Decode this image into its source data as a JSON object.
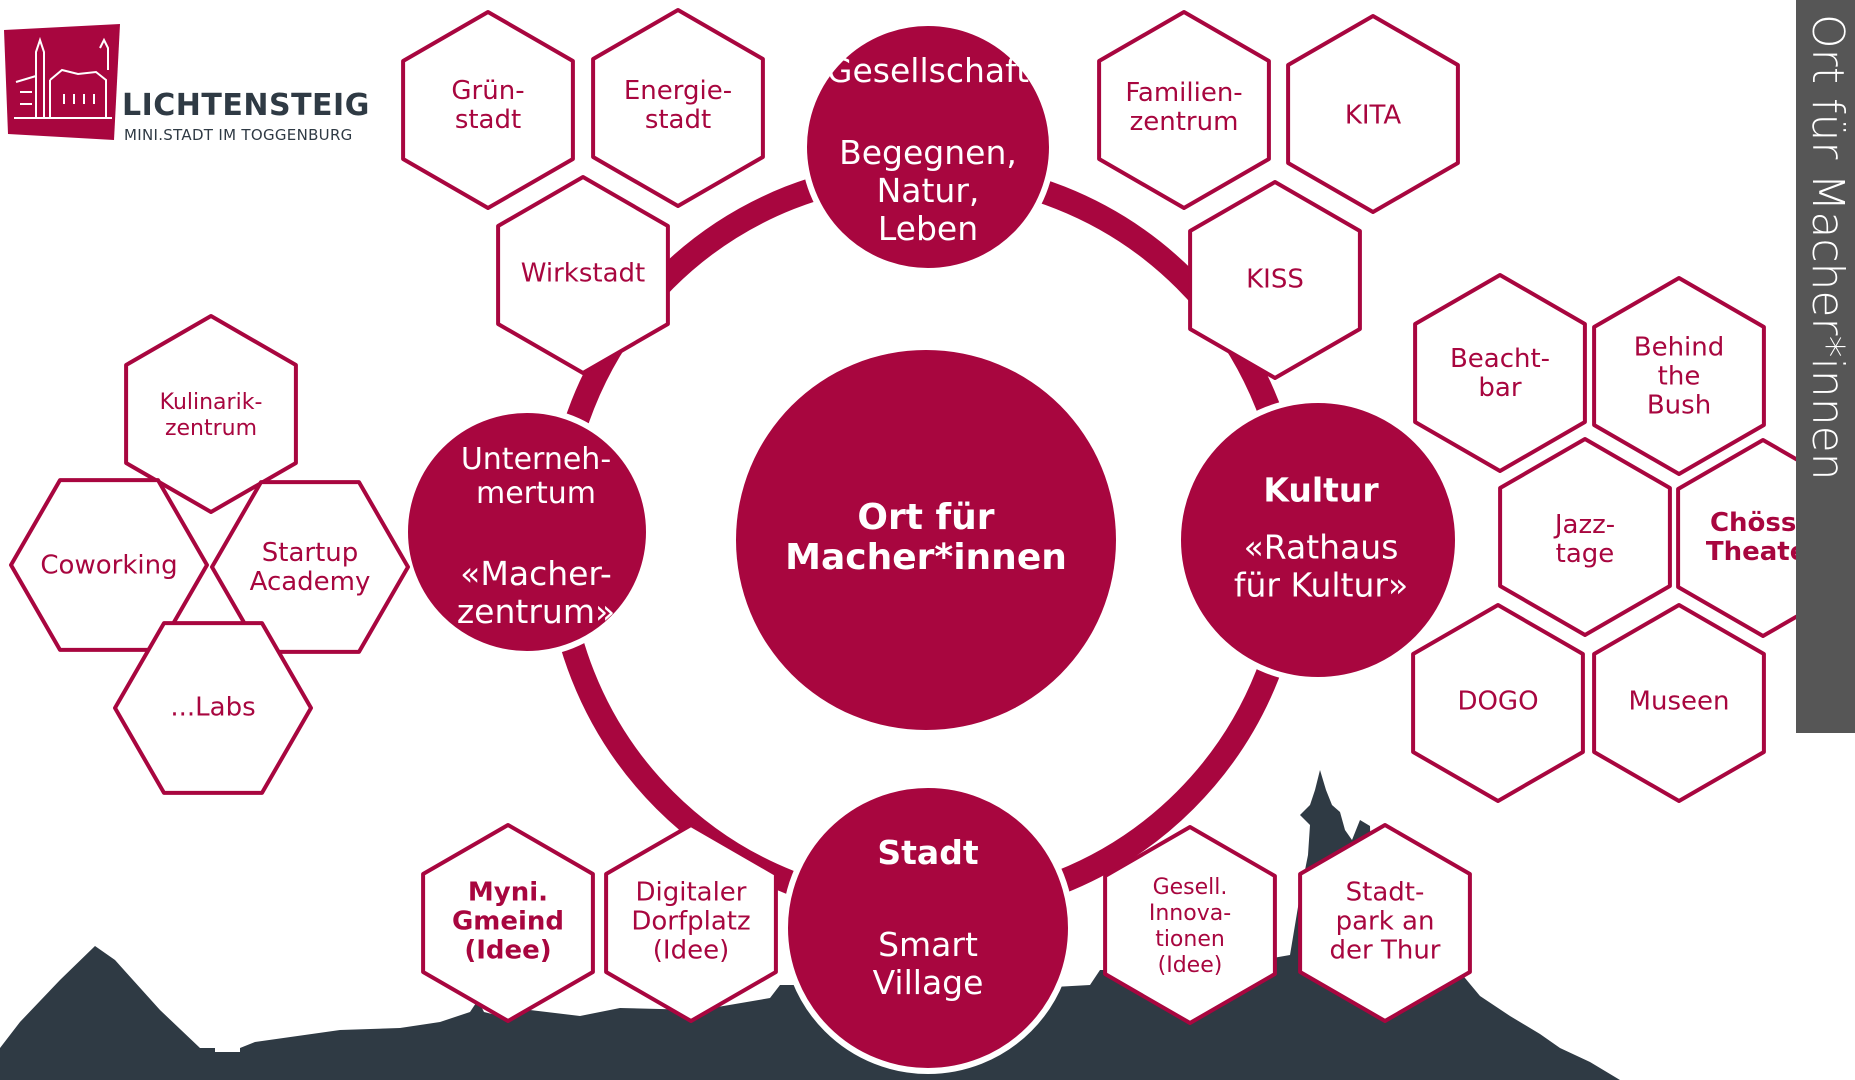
{
  "colors": {
    "accent": "#a8063f",
    "skyline": "#2f3a44",
    "sidebar": "#565656",
    "background": "#ffffff"
  },
  "logo": {
    "title": "LICHTENSTEIG",
    "subtitle": "MINI.STADT IM TOGGENBURG"
  },
  "sidebar": {
    "text": "Ort für Macher*innen"
  },
  "center": {
    "title": "Ort für\nMacher*innen"
  },
  "pillars": {
    "gesellschaft": {
      "title": "Gesellschaft",
      "subtitle": "Begegnen,\nNatur,\nLeben"
    },
    "kultur": {
      "title": "Kultur",
      "subtitle": "«Rathaus\nfür Kultur»"
    },
    "stadt": {
      "title": "Stadt",
      "subtitle": "Smart\nVillage"
    },
    "unternehmertum": {
      "title": "Unterneh-\nmertum",
      "subtitle": "«Macher-\nzentrum»"
    }
  },
  "hexes": {
    "gruenstadt": "Grün-\nstadt",
    "energiestadt": "Energie-\nstadt",
    "wirkstadt": "Wirkstadt",
    "familienzentrum": "Familien-\nzentrum",
    "kita": "KITA",
    "kiss": "KISS",
    "kulinarikzentrum": "Kulinarik-\nzentrum",
    "coworking": "Coworking",
    "startup_academy": "Startup\nAcademy",
    "labs": "...Labs",
    "beachtbar": "Beacht-\nbar",
    "behind_the_bush": "Behind\nthe\nBush",
    "jazztage": "Jazz-\ntage",
    "choessi_theater": "Chössi-\nTheater",
    "dogo": "DOGO",
    "museen": "Museen",
    "myni_gmeind": "Myni.\nGmeind\n(Idee)",
    "digitaler_dorfplatz": "Digitaler\nDorfplatz\n(Idee)",
    "gesell_innovationen": "Gesell.\nInnova-\ntionen\n(Idee)",
    "stadtpark": "Stadt-\npark an\nder Thur"
  }
}
